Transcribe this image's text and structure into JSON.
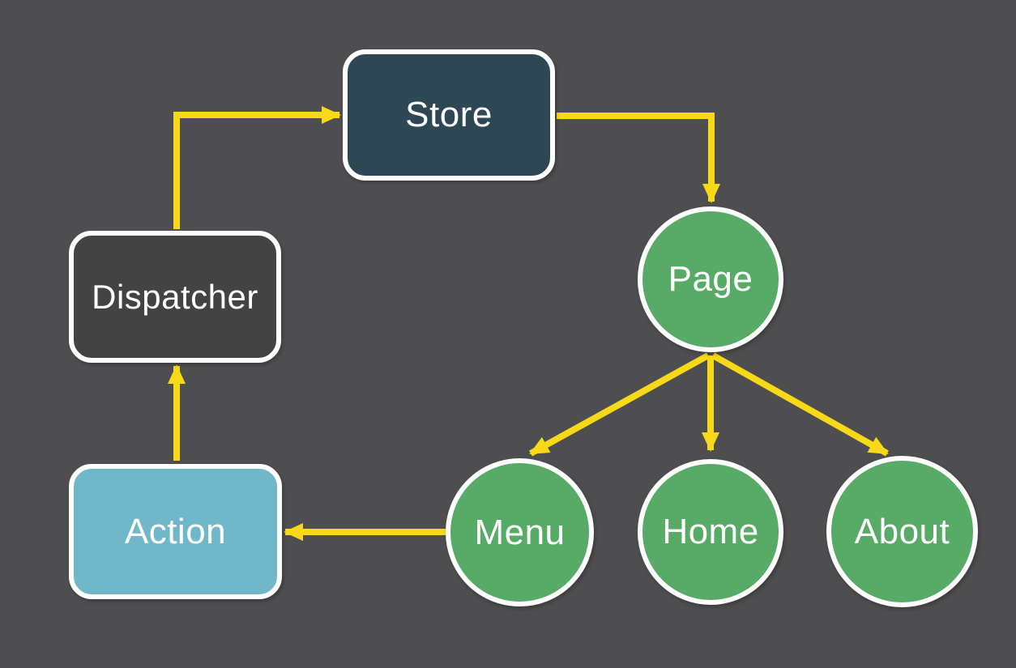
{
  "diagram": {
    "colors": {
      "background": "#4e4e50",
      "node_border": "#ffffff",
      "text": "#ffffff",
      "arrow": "#f7d917",
      "store_fill": "#2d4754",
      "dispatcher_fill": "#434343",
      "action_fill": "#70b7ca",
      "page_fill": "#57ab66"
    },
    "nodes": {
      "store": {
        "label": "Store",
        "shape": "rounded-rect"
      },
      "dispatcher": {
        "label": "Dispatcher",
        "shape": "rounded-rect"
      },
      "action": {
        "label": "Action",
        "shape": "rounded-rect"
      },
      "page": {
        "label": "Page",
        "shape": "circle"
      },
      "menu": {
        "label": "Menu",
        "shape": "circle"
      },
      "home": {
        "label": "Home",
        "shape": "circle"
      },
      "about": {
        "label": "About",
        "shape": "circle"
      }
    },
    "edges": [
      {
        "from": "dispatcher",
        "to": "store"
      },
      {
        "from": "store",
        "to": "page"
      },
      {
        "from": "page",
        "to": "menu"
      },
      {
        "from": "page",
        "to": "home"
      },
      {
        "from": "page",
        "to": "about"
      },
      {
        "from": "menu",
        "to": "action"
      },
      {
        "from": "action",
        "to": "dispatcher"
      }
    ]
  }
}
